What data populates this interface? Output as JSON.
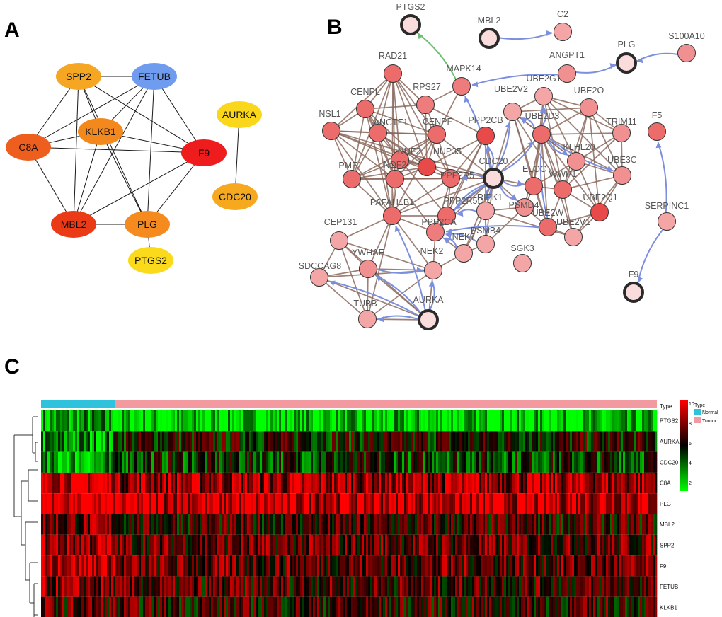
{
  "panels": {
    "a": "A",
    "b": "B",
    "c": "C"
  },
  "panel_a": {
    "nodes": [
      {
        "id": "SPP2",
        "color": "#f5a623"
      },
      {
        "id": "FETUB",
        "color": "#6f9cee"
      },
      {
        "id": "KLKB1",
        "color": "#f3891d"
      },
      {
        "id": "C8A",
        "color": "#ee5e1f"
      },
      {
        "id": "F9",
        "color": "#ee1c1c"
      },
      {
        "id": "MBL2",
        "color": "#ea3a16"
      },
      {
        "id": "PLG",
        "color": "#f58a1f"
      },
      {
        "id": "PTGS2",
        "color": "#fada1a"
      },
      {
        "id": "AURKA",
        "color": "#fbd71b"
      },
      {
        "id": "CDC20",
        "color": "#f6a81f"
      }
    ],
    "edges": [
      [
        "SPP2",
        "FETUB"
      ],
      [
        "SPP2",
        "KLKB1"
      ],
      [
        "SPP2",
        "C8A"
      ],
      [
        "SPP2",
        "F9"
      ],
      [
        "SPP2",
        "MBL2"
      ],
      [
        "SPP2",
        "PLG"
      ],
      [
        "FETUB",
        "KLKB1"
      ],
      [
        "FETUB",
        "C8A"
      ],
      [
        "FETUB",
        "F9"
      ],
      [
        "FETUB",
        "MBL2"
      ],
      [
        "FETUB",
        "PLG"
      ],
      [
        "KLKB1",
        "C8A"
      ],
      [
        "KLKB1",
        "F9"
      ],
      [
        "KLKB1",
        "MBL2"
      ],
      [
        "KLKB1",
        "PLG"
      ],
      [
        "C8A",
        "F9"
      ],
      [
        "C8A",
        "MBL2"
      ],
      [
        "F9",
        "MBL2"
      ],
      [
        "F9",
        "PLG"
      ],
      [
        "MBL2",
        "PLG"
      ],
      [
        "PLG",
        "PTGS2"
      ],
      [
        "AURKA",
        "CDC20"
      ]
    ]
  },
  "panel_b": {
    "colors": {
      "query_fill": "#fadcdc",
      "edge_brown": "#8b6a5e",
      "edge_blue": "#7c8ede",
      "edge_green": "#6fbf73"
    },
    "query_nodes": [
      "PTGS2",
      "MBL2",
      "PLG",
      "CDC20",
      "AURKA",
      "F9"
    ],
    "nodes": [
      {
        "id": "PTGS2",
        "fill": "#fadcdc"
      },
      {
        "id": "MBL2",
        "fill": "#fadcdc"
      },
      {
        "id": "C2",
        "fill": "#f4a6a6"
      },
      {
        "id": "S100A10",
        "fill": "#f19090"
      },
      {
        "id": "PLG",
        "fill": "#fadcdc"
      },
      {
        "id": "ANGPT1",
        "fill": "#f19090"
      },
      {
        "id": "RAD21",
        "fill": "#ec6b6b"
      },
      {
        "id": "MAPK14",
        "fill": "#ef7c7c"
      },
      {
        "id": "UBE2G1",
        "fill": "#f4a6a6"
      },
      {
        "id": "UBE2V2",
        "fill": "#f4a6a6"
      },
      {
        "id": "UBE2O",
        "fill": "#f19090"
      },
      {
        "id": "CENPL",
        "fill": "#ec6b6b"
      },
      {
        "id": "RPS27",
        "fill": "#ef7c7c"
      },
      {
        "id": "NSL1",
        "fill": "#ec6b6b"
      },
      {
        "id": "ANCTF1",
        "fill": "#ec6b6b"
      },
      {
        "id": "CENPF",
        "fill": "#ec6b6b"
      },
      {
        "id": "PPP2CB",
        "fill": "#e84a4a"
      },
      {
        "id": "UBE2D3",
        "fill": "#ec6b6b"
      },
      {
        "id": "TRIM11",
        "fill": "#f19090"
      },
      {
        "id": "F5",
        "fill": "#ec6b6b"
      },
      {
        "id": "NUF2",
        "fill": "#ec6b6b"
      },
      {
        "id": "NUP35",
        "fill": "#e84a4a"
      },
      {
        "id": "KLHL20",
        "fill": "#f19090"
      },
      {
        "id": "UBE3C",
        "fill": "#f19090"
      },
      {
        "id": "PMF1",
        "fill": "#ec6b6b"
      },
      {
        "id": "NDF2",
        "fill": "#ec6b6b"
      },
      {
        "id": "PPP2R5",
        "fill": "#ec6b6b"
      },
      {
        "id": "CDC20",
        "fill": "#fadcdc"
      },
      {
        "id": "ELOC",
        "fill": "#ec6b6b"
      },
      {
        "id": "WWP1",
        "fill": "#ec6b6b"
      },
      {
        "id": "UBE2Q1",
        "fill": "#e84a4a"
      },
      {
        "id": "SERPINC1",
        "fill": "#f4a6a6"
      },
      {
        "id": "PAFAH1B1",
        "fill": "#ec6b6b"
      },
      {
        "id": "PPP2R5D",
        "fill": "#ec6b6b"
      },
      {
        "id": "RIPK1",
        "fill": "#f4a6a6"
      },
      {
        "id": "PSMD4",
        "fill": "#f19090"
      },
      {
        "id": "UBE2W",
        "fill": "#ec6b6b"
      },
      {
        "id": "UBE2V1",
        "fill": "#f4a6a6"
      },
      {
        "id": "CEP131",
        "fill": "#f4a6a6"
      },
      {
        "id": "PPP2CA",
        "fill": "#ef7c7c"
      },
      {
        "id": "NEK7",
        "fill": "#f4a6a6"
      },
      {
        "id": "PSMB4",
        "fill": "#f4a6a6"
      },
      {
        "id": "SGK3",
        "fill": "#f4a6a6"
      },
      {
        "id": "SDCCAG8",
        "fill": "#f4a6a6"
      },
      {
        "id": "YWHAE",
        "fill": "#f19090"
      },
      {
        "id": "NEK2",
        "fill": "#f4a6a6"
      },
      {
        "id": "TUBB",
        "fill": "#f4a6a6"
      },
      {
        "id": "AURKA",
        "fill": "#fadcdc"
      },
      {
        "id": "F9",
        "fill": "#fadcdc"
      }
    ]
  },
  "panel_c": {
    "genes": [
      "PTGS2",
      "AURKA",
      "CDC20",
      "C8A",
      "PLG",
      "MBL2",
      "SPP2",
      "F9",
      "FETUB",
      "KLKB1"
    ],
    "annotation_label": "Type",
    "legend": {
      "type_title": "Type",
      "groups": [
        {
          "name": "Normal",
          "color": "#2ec2dc"
        },
        {
          "name": "Tumor",
          "color": "#f39aa0"
        }
      ],
      "scale_ticks": [
        "10",
        "8",
        "6",
        "4",
        "2"
      ],
      "scale_range": [
        1,
        10
      ],
      "colors": {
        "high": "#ff0000",
        "mid": "#000000",
        "low": "#00ff00"
      }
    },
    "sample_groups": {
      "normal_fraction": 0.12,
      "tumor_fraction": 0.88
    },
    "levels": {
      "PTGS2": {
        "normal": 2.5,
        "tumor": 1.6
      },
      "AURKA": {
        "normal": 3.0,
        "tumor": 5.6
      },
      "CDC20": {
        "normal": 2.4,
        "tumor": 4.8
      },
      "C8A": {
        "normal": 9.6,
        "tumor": 8.2
      },
      "PLG": {
        "normal": 9.9,
        "tumor": 9.0
      },
      "MBL2": {
        "normal": 7.2,
        "tumor": 6.2
      },
      "SPP2": {
        "normal": 8.2,
        "tumor": 7.0
      },
      "F9": {
        "normal": 9.2,
        "tumor": 7.0
      },
      "FETUB": {
        "normal": 7.4,
        "tumor": 6.6
      },
      "KLKB1": {
        "normal": 6.8,
        "tumor": 6.2
      }
    }
  }
}
